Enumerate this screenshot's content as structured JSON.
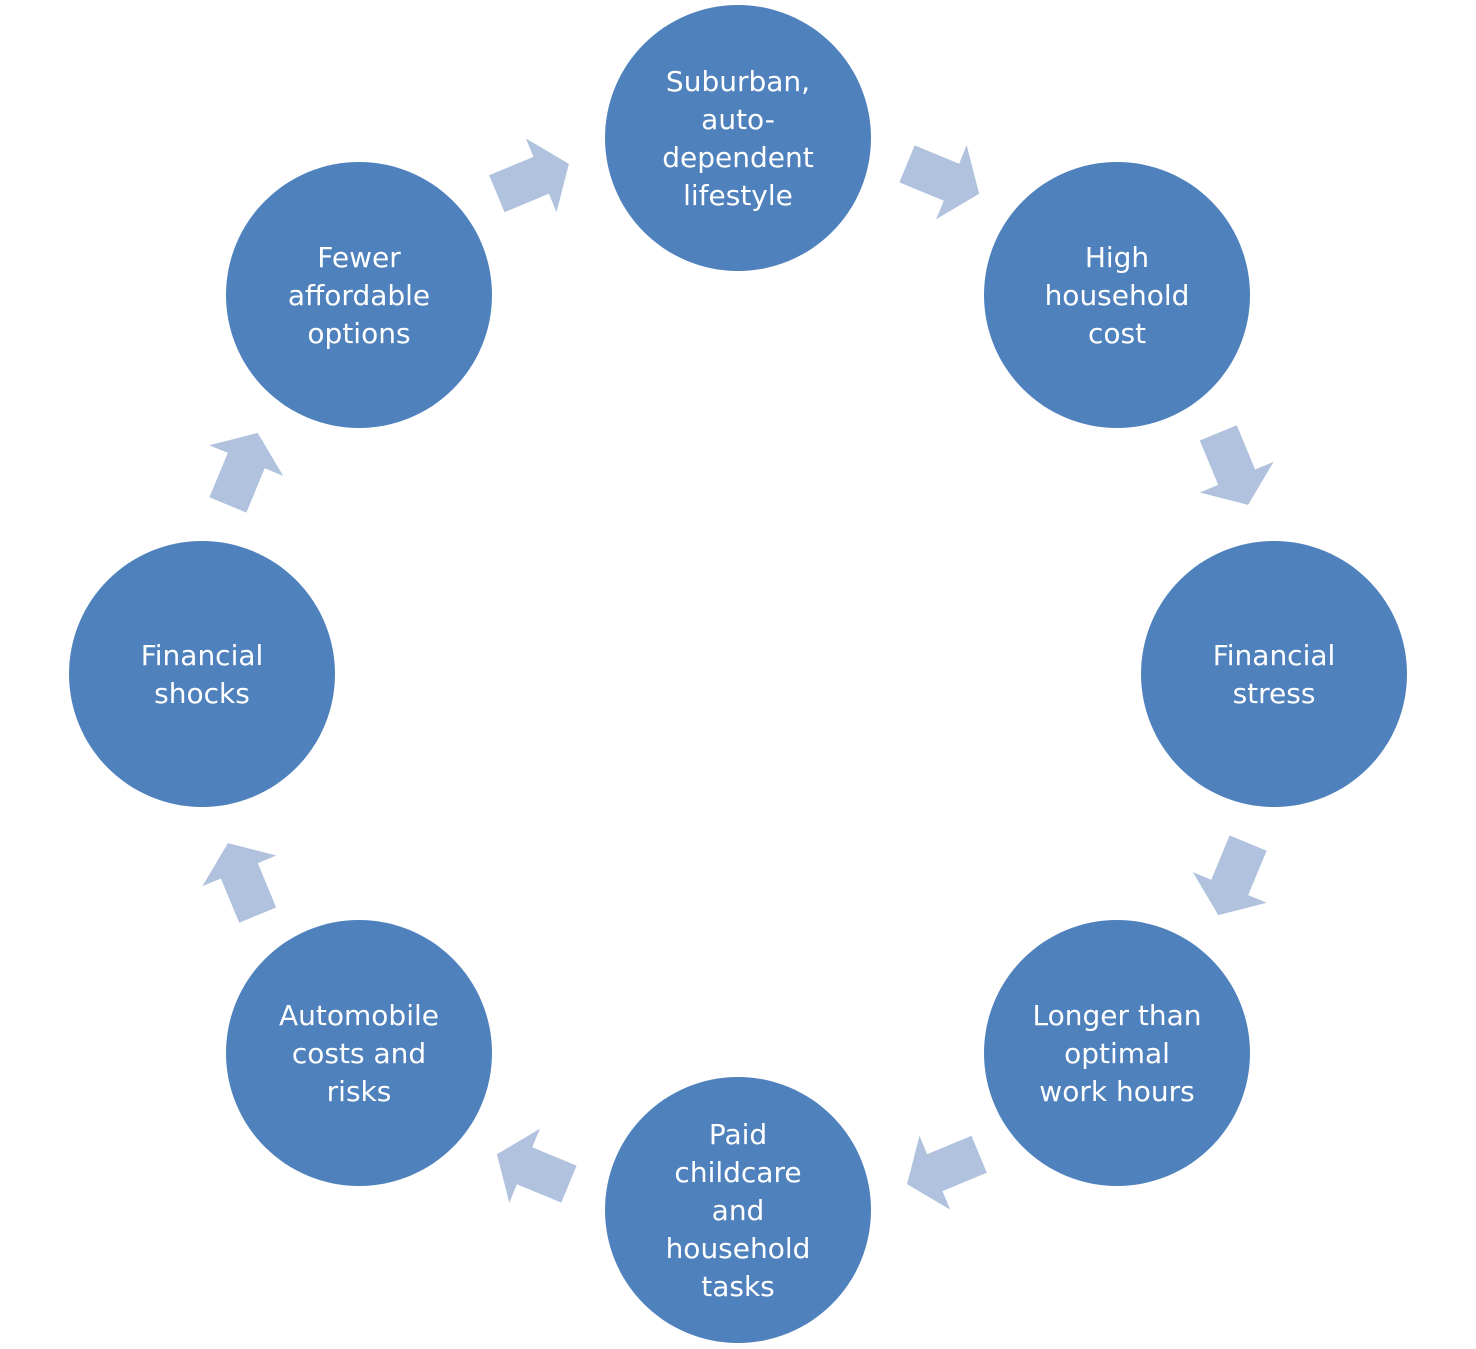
{
  "diagram": {
    "type": "cycle",
    "node_color": "#4F81BD",
    "arrow_color": "#B0C2DE",
    "background": "#FFFFFF",
    "text_color": "#FFFFFF",
    "nodes": [
      {
        "id": "suburban",
        "label_lines": [
          "Suburban,",
          "auto-",
          "dependent",
          "lifestyle"
        ]
      },
      {
        "id": "high-cost",
        "label_lines": [
          "High",
          "household",
          "cost"
        ]
      },
      {
        "id": "financial-stress",
        "label_lines": [
          "Financial",
          "stress"
        ]
      },
      {
        "id": "work-hours",
        "label_lines": [
          "Longer than",
          "optimal",
          "work hours"
        ]
      },
      {
        "id": "childcare",
        "label_lines": [
          "Paid",
          "childcare",
          "and",
          "household",
          "tasks"
        ]
      },
      {
        "id": "automobile",
        "label_lines": [
          "Automobile",
          "costs and",
          "risks"
        ]
      },
      {
        "id": "financial-shocks",
        "label_lines": [
          "Financial",
          "shocks"
        ]
      },
      {
        "id": "fewer-options",
        "label_lines": [
          "Fewer",
          "affordable",
          "options"
        ]
      }
    ],
    "edges": [
      {
        "from": "suburban",
        "to": "high-cost"
      },
      {
        "from": "high-cost",
        "to": "financial-stress"
      },
      {
        "from": "financial-stress",
        "to": "work-hours"
      },
      {
        "from": "work-hours",
        "to": "childcare"
      },
      {
        "from": "childcare",
        "to": "automobile"
      },
      {
        "from": "automobile",
        "to": "financial-shocks"
      },
      {
        "from": "financial-shocks",
        "to": "fewer-options"
      },
      {
        "from": "fewer-options",
        "to": "suburban"
      }
    ]
  }
}
